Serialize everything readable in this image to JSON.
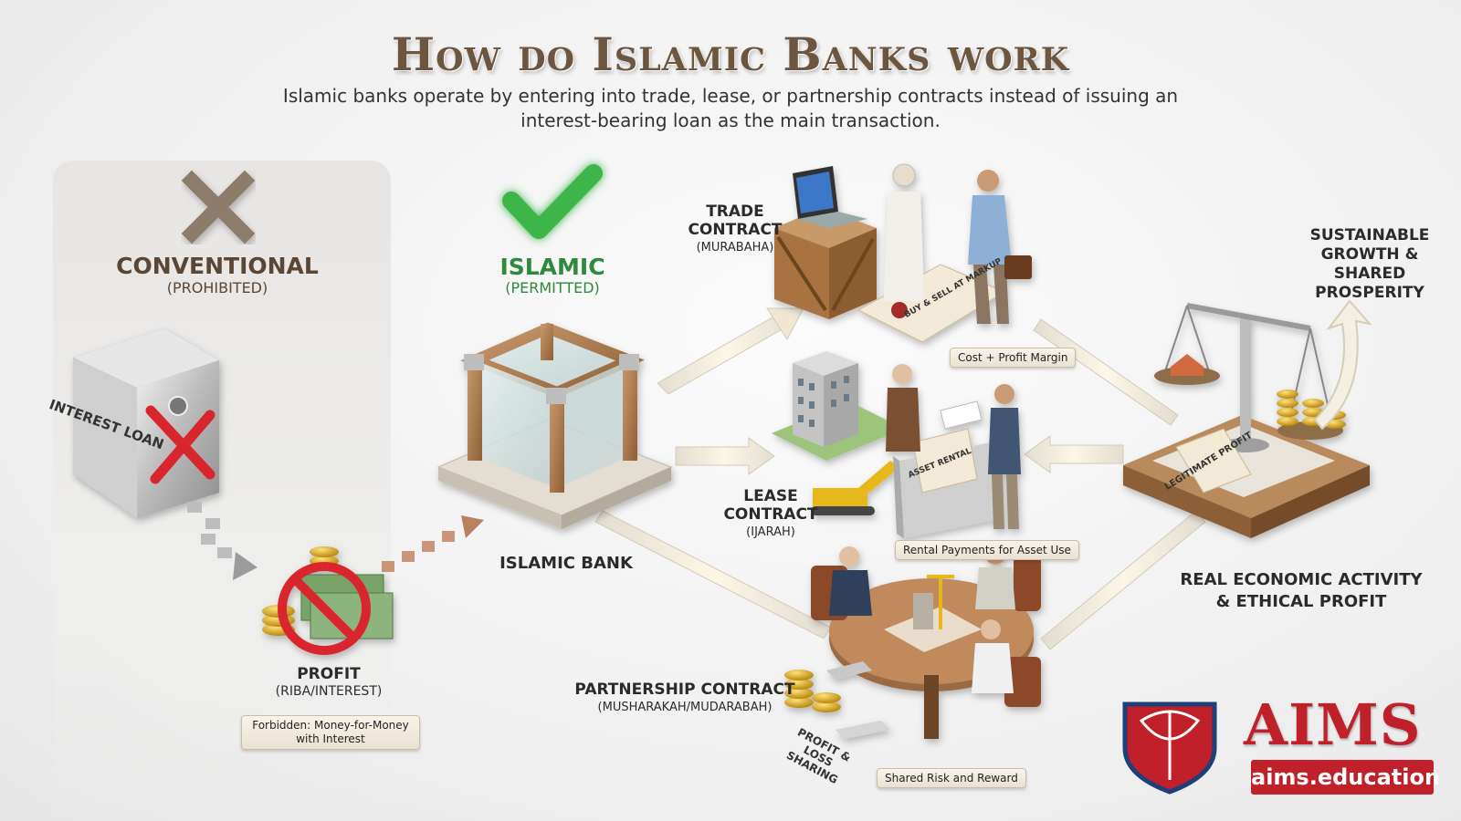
{
  "header": {
    "title": "How do Islamic Banks work",
    "subtitle": "Islamic banks operate by entering into trade, lease, or partnership contracts instead of issuing an interest-bearing loan as the main transaction."
  },
  "conventional": {
    "label": "CONVENTIONAL",
    "status": "(PROHIBITED)",
    "safe_label": "INTEREST LOAN",
    "profit_label": "PROFIT",
    "profit_sub": "(RIBA/INTEREST)",
    "forbidden_tag": "Forbidden: Money-for-Money with Interest"
  },
  "islamic": {
    "label": "ISLAMIC",
    "status": "(PERMITTED)",
    "bank_label": "ISLAMIC BANK"
  },
  "contracts": {
    "trade": {
      "label": "TRADE CONTRACT",
      "sub": "(MURABAHA)",
      "scroll": "BUY & SELL AT MARKUP",
      "tag": "Cost + Profit Margin"
    },
    "lease": {
      "label": "LEASE CONTRACT",
      "sub": "(IJARAH)",
      "doc": "ASSET RENTAL",
      "tag": "Rental Payments for Asset Use"
    },
    "partnership": {
      "label": "PARTNERSHIP CONTRACT",
      "sub": "(MUSHARAKAH/MUDARABAH)",
      "side": "PROFIT & LOSS SHARING",
      "tag": "Shared Risk and Reward"
    }
  },
  "outcomes": {
    "growth": "SUSTAINABLE GROWTH & SHARED PROSPERITY",
    "activity": "REAL ECONOMIC ACTIVITY & ETHICAL PROFIT",
    "scroll": "LEGITIMATE PROFIT"
  },
  "logo": {
    "name": "AIMS",
    "site": "aims.education"
  },
  "colors": {
    "brand": "#c0202a",
    "title": "#6d5640",
    "check": "#3cb54a",
    "cross": "#d9272e"
  }
}
